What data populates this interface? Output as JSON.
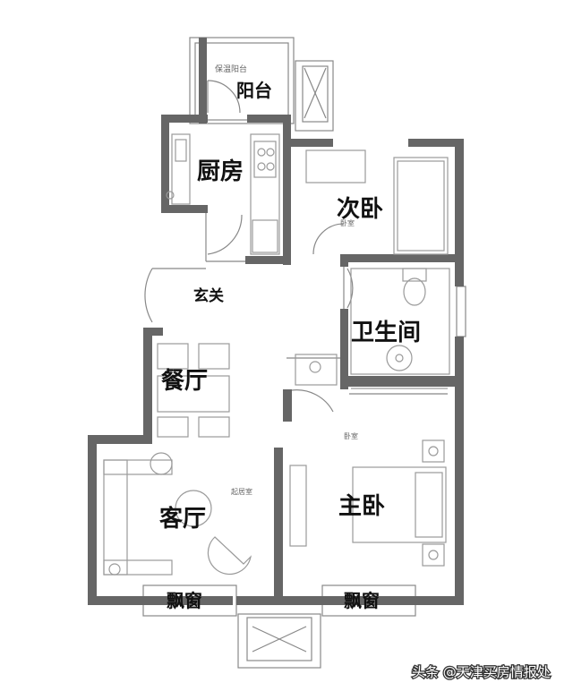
{
  "rooms": {
    "balcony_small_label": "保温阳台",
    "balcony": "阳台",
    "kitchen": "厨房",
    "second_bedroom": "次卧",
    "second_bedroom_small": "卧室",
    "entrance": "玄关",
    "bathroom": "卫生间",
    "dining": "餐厅",
    "master_bedroom_small": "卧室",
    "living_small": "起居室",
    "living": "客厅",
    "master_bedroom": "主卧",
    "bay_window_left": "飘窗",
    "bay_window_right": "飘窗"
  },
  "watermark": "头条 @天津买房情报处",
  "colors": {
    "wall": "#666666",
    "thin_line": "#888888",
    "furniture": "#9a9a9a",
    "label": "#111111"
  }
}
